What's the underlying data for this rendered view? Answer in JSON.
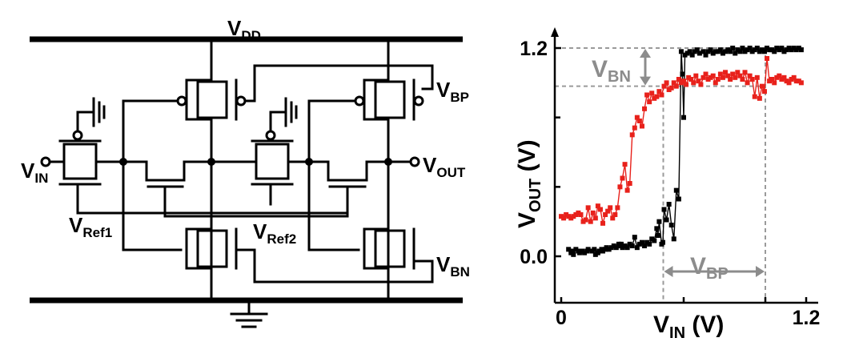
{
  "circuit": {
    "vdd": {
      "main": "V",
      "sub": "DD"
    },
    "vin": {
      "main": "V",
      "sub": "IN"
    },
    "vout": {
      "main": "V",
      "sub": "OUT"
    },
    "vbp": {
      "main": "V",
      "sub": "BP"
    },
    "vbn": {
      "main": "V",
      "sub": "BN"
    },
    "vref1": {
      "main": "V",
      "sub": "Ref1"
    },
    "vref2": {
      "main": "V",
      "sub": "Ref2"
    }
  },
  "chart_data": {
    "type": "scatter",
    "xlabel": {
      "main": "V",
      "sub": "IN",
      "unit": " (V)"
    },
    "ylabel": {
      "main": "V",
      "sub": "OUT",
      "unit": " (V)"
    },
    "xlim": [
      0,
      1.2
    ],
    "ylim": [
      0,
      1.2
    ],
    "x_ticks": [
      {
        "value": 0,
        "label": "0"
      },
      {
        "value": 1.2,
        "label": "1.2"
      }
    ],
    "y_ticks": [
      {
        "value": 0,
        "label": "0.0"
      },
      {
        "value": 1.2,
        "label": "1.2"
      }
    ],
    "annotations": {
      "vbn": {
        "main": "V",
        "sub": "BN"
      },
      "vbp": {
        "main": "V",
        "sub": "BP"
      },
      "ref_low_x": 0.5,
      "ref_high_x": 1.0,
      "ref_high_y": 1.2,
      "ref_low_y": 0.98
    },
    "series": [
      {
        "color": "#000000",
        "x": [
          0.06,
          0.08,
          0.09,
          0.1,
          0.12,
          0.14,
          0.15,
          0.17,
          0.19,
          0.21,
          0.22,
          0.25,
          0.27,
          0.28,
          0.3,
          0.31,
          0.33,
          0.34,
          0.36,
          0.37,
          0.39,
          0.41,
          0.43,
          0.45,
          0.47,
          0.48,
          0.49,
          0.5,
          0.52,
          0.54,
          0.56,
          0.58,
          0.6,
          0.62,
          0.64,
          0.66,
          0.68,
          0.7,
          0.72,
          0.74,
          0.76,
          0.78,
          0.79,
          0.8,
          0.82,
          0.83,
          0.84,
          0.86,
          0.88,
          0.9,
          0.92,
          0.94,
          0.96,
          0.98,
          0.99,
          1.0,
          1.01,
          1.03,
          1.05,
          1.07,
          1.09,
          1.11,
          1.13,
          1.16,
          1.18,
          1.2,
          1.22,
          1.24,
          1.26,
          1.28,
          1.3,
          1.32,
          1.34,
          1.36,
          1.38,
          1.4,
          1.42,
          1.44,
          1.46,
          1.48,
          1.5,
          1.52,
          1.54,
          1.56,
          1.58,
          1.6,
          1.62,
          1.64,
          1.66,
          1.68,
          1.7,
          1.72,
          1.74,
          1.76,
          1.78,
          1.8,
          1.82,
          1.84,
          1.86,
          1.88,
          1.9,
          1.92,
          1.94,
          1.96
        ],
        "y": [
          0.04,
          0.02,
          0.03,
          0.01,
          0.04,
          0.03,
          0.02,
          0.03,
          0.02,
          0.03,
          0.04,
          0.03,
          0.04,
          0.01,
          0.02,
          0.03,
          0.04,
          0.03,
          0.04,
          0.05,
          0.04,
          0.05,
          0.06,
          0.05,
          0.07,
          0.06,
          0.07,
          0.05,
          0.06,
          0.05,
          0.07,
          0.06,
          0.11,
          0.05,
          0.07,
          0.08,
          0.06,
          0.08,
          0.07,
          0.1,
          0.09,
          0.16,
          0.12,
          0.2,
          0.07,
          0.08,
          0.27,
          0.21,
          0.3,
          0.18,
          0.1,
          0.38,
          0.33,
          1.18,
          1.05,
          0.8,
          1.16,
          1.17,
          1.18,
          1.16,
          1.18,
          1.19,
          1.17,
          1.18,
          1.16,
          1.18,
          1.19,
          1.17,
          1.18,
          1.18,
          1.19,
          1.17,
          1.18,
          1.19,
          1.18,
          1.2,
          1.17,
          1.19,
          1.18,
          1.2,
          1.18,
          1.19,
          1.2,
          1.18,
          1.19,
          1.2,
          1.18,
          1.19,
          1.18,
          1.2,
          1.19,
          1.19,
          1.18,
          1.2,
          1.19,
          1.2,
          1.18,
          1.19,
          1.2,
          1.19,
          1.2,
          1.19,
          1.2,
          1.19
        ]
      },
      {
        "color": "#e8211b",
        "x": [
          0.0,
          0.02,
          0.04,
          0.06,
          0.08,
          0.1,
          0.12,
          0.14,
          0.16,
          0.18,
          0.2,
          0.22,
          0.24,
          0.26,
          0.28,
          0.3,
          0.32,
          0.34,
          0.36,
          0.38,
          0.4,
          0.42,
          0.44,
          0.46,
          0.48,
          0.5,
          0.52,
          0.54,
          0.56,
          0.58,
          0.6,
          0.62,
          0.64,
          0.66,
          0.68,
          0.7,
          0.72,
          0.74,
          0.76,
          0.78,
          0.8,
          0.82,
          0.84,
          0.86,
          0.88,
          0.9,
          0.92,
          0.94,
          0.96,
          0.98,
          1.0,
          1.02,
          1.04,
          1.06,
          1.08,
          1.1,
          1.12,
          1.14,
          1.16,
          1.18,
          1.2,
          1.22,
          1.24,
          1.26,
          1.28,
          1.3,
          1.32,
          1.34,
          1.36,
          1.38,
          1.4,
          1.42,
          1.44,
          1.46,
          1.48,
          1.5,
          1.52,
          1.54,
          1.56,
          1.58,
          1.6,
          1.62,
          1.64,
          1.66,
          1.68,
          1.7,
          1.72,
          1.74,
          1.76,
          1.78,
          1.8,
          1.82,
          1.84,
          1.86,
          1.88,
          1.9,
          1.92,
          1.94,
          1.96
        ],
        "y": [
          0.23,
          0.22,
          0.24,
          0.23,
          0.22,
          0.23,
          0.24,
          0.25,
          0.24,
          0.2,
          0.21,
          0.28,
          0.2,
          0.25,
          0.22,
          0.29,
          0.27,
          0.19,
          0.24,
          0.26,
          0.28,
          0.22,
          0.24,
          0.28,
          0.4,
          0.45,
          0.53,
          0.38,
          0.42,
          0.7,
          0.74,
          0.8,
          0.78,
          0.75,
          0.85,
          0.93,
          0.89,
          0.94,
          0.91,
          0.92,
          0.95,
          0.93,
          0.98,
          1.0,
          0.96,
          0.97,
          1.0,
          0.98,
          1.02,
          1.0,
          1.01,
          0.99,
          1.03,
          1.02,
          1.0,
          1.04,
          1.01,
          0.99,
          1.03,
          1.05,
          1.02,
          1.03,
          1.04,
          1.0,
          1.02,
          1.05,
          1.03,
          1.06,
          1.04,
          1.02,
          1.05,
          1.03,
          1.06,
          1.04,
          1.02,
          1.06,
          1.0,
          1.04,
          1.02,
          0.92,
          1.03,
          0.91,
          0.98,
          0.95,
          1.14,
          1.01,
          1.02,
          1.0,
          1.03,
          1.04,
          1.02,
          1.03,
          1.01,
          1.0,
          1.02,
          1.03,
          1.01,
          1.01,
          1.0
        ]
      }
    ]
  }
}
